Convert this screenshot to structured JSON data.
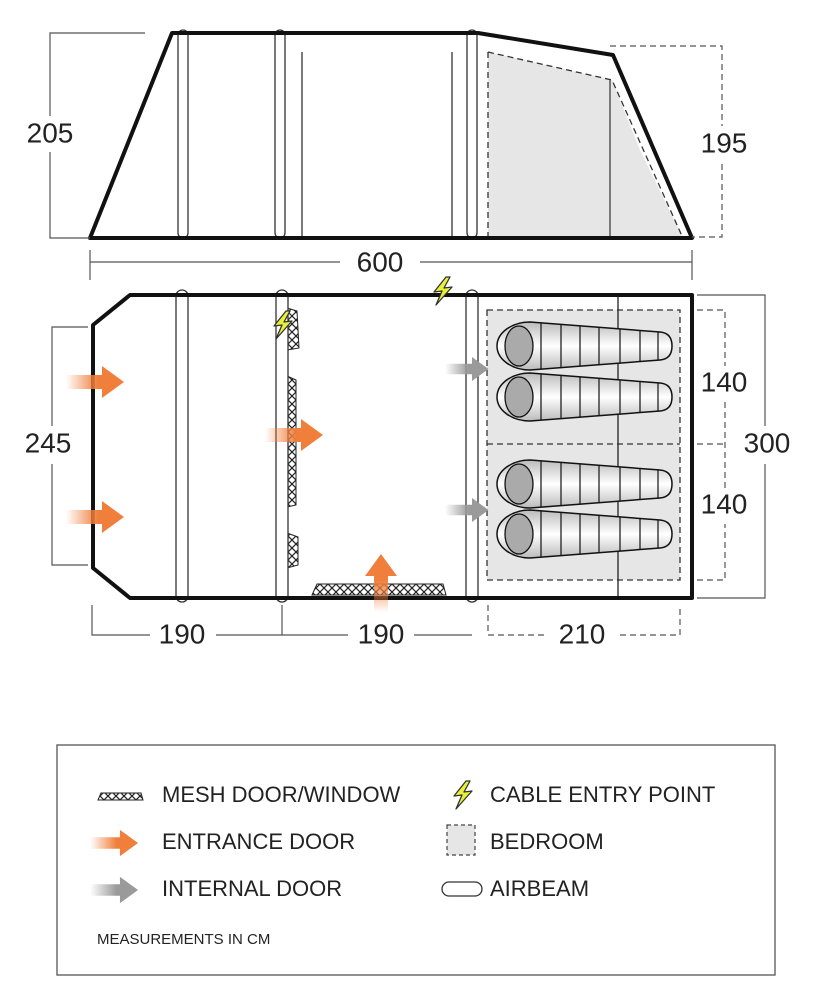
{
  "side_view": {
    "height_left": "205",
    "height_right": "195",
    "length": "600"
  },
  "floor_plan": {
    "width_left": "245",
    "width_total": "300",
    "bedroom_depth_1": "140",
    "bedroom_depth_2": "140",
    "section_1": "190",
    "section_2": "190",
    "section_3": "210",
    "sleeping_bags": 4
  },
  "legend": {
    "mesh": "MESH DOOR/WINDOW",
    "cable": "CABLE ENTRY POINT",
    "entrance": "ENTRANCE DOOR",
    "bedroom": "BEDROOM",
    "internal": "INTERNAL DOOR",
    "airbeam": "AIRBEAM",
    "note": "MEASUREMENTS IN CM"
  },
  "colors": {
    "entrance_arrow": "#f07f3c",
    "internal_arrow": "#9a9a9a",
    "cable_bolt": "#e8f03a",
    "bedroom_fill": "#e6e6e6",
    "outline": "#111111"
  },
  "icons": [
    "mesh-icon",
    "lightning-bolt-icon",
    "orange-arrow-icon",
    "bedroom-icon",
    "gray-arrow-icon",
    "airbeam-icon"
  ]
}
